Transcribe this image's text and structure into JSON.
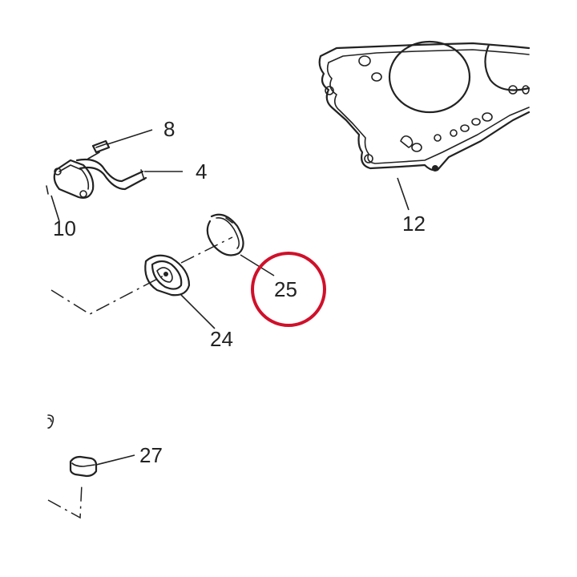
{
  "diagram": {
    "callouts": {
      "c8": "8",
      "c4": "4",
      "c10": "10",
      "c12": "12",
      "c25": "25",
      "c24": "24",
      "c27": "27"
    },
    "highlighted_part": "25",
    "colors": {
      "ink": "#222222",
      "highlight": "#d0102a",
      "background": "#ffffff"
    }
  }
}
